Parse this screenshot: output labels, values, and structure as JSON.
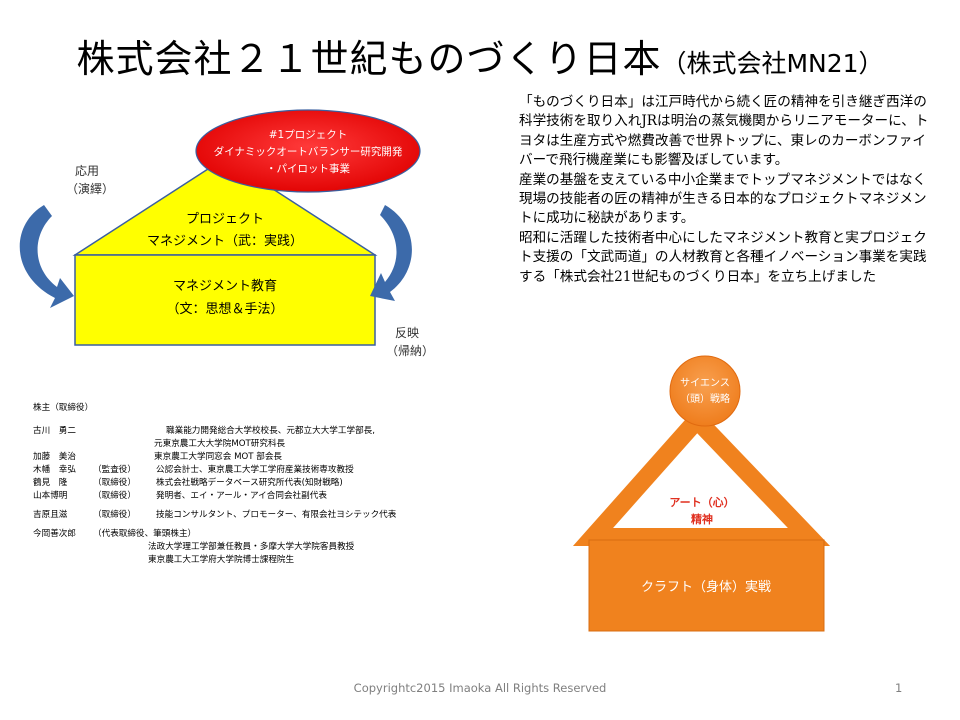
{
  "title": {
    "main": "株式会社２１世紀ものづくり日本",
    "sub": "（株式会社MN21）"
  },
  "left_diagram": {
    "oval_line1": "#1プロジェクト",
    "oval_line2": "ダイナミックオートバランサー研究開発",
    "oval_line3": "・パイロット事業",
    "roof_line1": "プロジェクト",
    "roof_line2": "マネジメント（武：実践）",
    "body_line1": "マネジメント教育",
    "body_line2": "（文：思想＆手法）",
    "left_label_line1": "応用",
    "left_label_line2": "（演繹）",
    "right_label_line1": "反映",
    "right_label_line2": "（帰納）",
    "colors": {
      "oval": "#ff0000",
      "house": "#ffff00",
      "arrow": "#3c6aaa"
    }
  },
  "description": [
    "「ものづくり日本」は江戸時代から続く匠の精神を引き継ぎ西洋の科学技術を取り入れJRは明治の蒸気機関からリニアモーターに、トヨタは生産方式や燃費改善で世界トップに、東レのカーボンファイバーで飛行機産業にも影響及ぼしています。",
    "産業の基盤を支えている中小企業までトップマネジメントではなく現場の技能者の匠の精神が生きる日本的なプロジェクトマネジメントに成功に秘訣があります。",
    "昭和に活躍した技術者中心にしたマネジメント教育と実プロジェクト支援の「文武両道」の人材教育と各種イノベーション事業を実践する「株式会社21世紀ものづくり日本」を立ち上げました"
  ],
  "right_diagram": {
    "circle_line1": "サイエンス",
    "circle_line2": "（頭）戦略",
    "triangle_line1": "アート（心）",
    "triangle_line2": "精神",
    "box_label": "クラフト（身体）実戦",
    "colors": {
      "orange": "#f0821e",
      "accent_red": "#e03020"
    }
  },
  "shareholders": {
    "heading": "株主（取締役）",
    "rows": [
      {
        "name": "古川　勇二",
        "role": "",
        "desc": "職業能力開発総合大学校校長、元都立大大学工学部長,",
        "indent": "wide"
      },
      {
        "name": "",
        "role": "",
        "desc": "元東京農工大大学院MOT研究科長",
        "indent": "mid"
      },
      {
        "name": "加藤　美治",
        "role": "",
        "desc": "東京農工大学同窓会 MOT 部会長",
        "indent": "mid"
      },
      {
        "name": "木幡　幸弘",
        "role": "（監査役）",
        "desc": "公認会計士、東京農工大学工学府産業技術専攻教授",
        "indent": "std"
      },
      {
        "name": "鶴見　隆",
        "role": "（取締役）",
        "desc": "株式会社戦略データベース研究所代表(知財戦略)",
        "indent": "std"
      },
      {
        "name": "山本博明",
        "role": "（取締役）",
        "desc": "発明者、エイ・アール・アイ合同会社副代表",
        "indent": "std"
      },
      {
        "name": "吉原且滋",
        "role": "（取締役）",
        "desc": "技能コンサルタント、プロモーター、有限会社ヨシテック代表",
        "indent": "std",
        "gap_before": true
      },
      {
        "name": "今岡善次郎",
        "role": "（代表取締役、筆頭株主）",
        "desc": "",
        "indent": "std",
        "gap_before": true
      },
      {
        "name": "",
        "role": "",
        "desc": "法政大学理工学部兼任教員・多摩大学大学院客員教授",
        "indent": "deep"
      },
      {
        "name": "",
        "role": "",
        "desc": "東京農工大工学府大学院博士課程院生",
        "indent": "deep"
      }
    ]
  },
  "footer": {
    "copyright": "Copyrightc2015 Imaoka All Rights Reserved",
    "page": "1"
  }
}
